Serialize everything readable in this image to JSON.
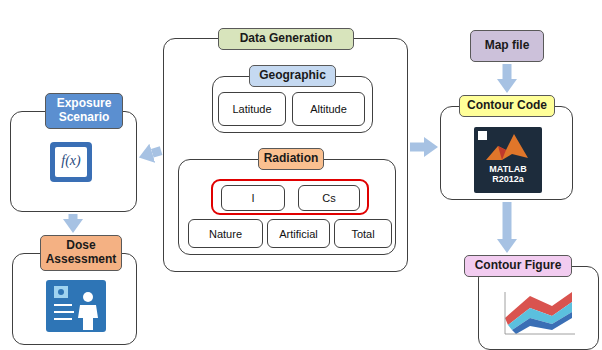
{
  "diagram": {
    "nodes": [
      {
        "text": [
          "Exposure Scenario"
        ]
      },
      {
        "text": [
          "Dose Assessment"
        ]
      },
      {
        "text": [
          "Data Generation"
        ]
      },
      {
        "text": [
          "Geographic"
        ],
        "in": 2
      },
      {
        "text": [
          "Latitude"
        ],
        "in": 3
      },
      {
        "text": [
          "Altitude"
        ],
        "in": 3
      },
      {
        "text": [
          "Radiation"
        ],
        "in": 2
      },
      {
        "text": [
          "I"
        ],
        "in": 6
      },
      {
        "text": [
          "Cs"
        ],
        "in": 6
      },
      {
        "text": [
          "Nature"
        ],
        "in": 6
      },
      {
        "text": [
          "Artificial"
        ],
        "in": 6
      },
      {
        "text": [
          "Total"
        ],
        "in": 6
      },
      {
        "text": [
          "Map file"
        ]
      },
      {
        "text": [
          "Contour Code"
        ]
      },
      {
        "text": [
          "Contour Figure"
        ]
      }
    ],
    "edges": [
      {
        "from": 2,
        "to": 0,
        "arrow": "to"
      },
      {
        "from": 0,
        "to": 1,
        "arrow": "to"
      },
      {
        "from": 2,
        "to": 13,
        "arrow": "to"
      },
      {
        "from": 12,
        "to": 13,
        "arrow": "to"
      },
      {
        "from": 13,
        "to": 14,
        "arrow": "to"
      }
    ],
    "labels": [
      "f(x)",
      "MATLAB R2012a"
    ]
  }
}
